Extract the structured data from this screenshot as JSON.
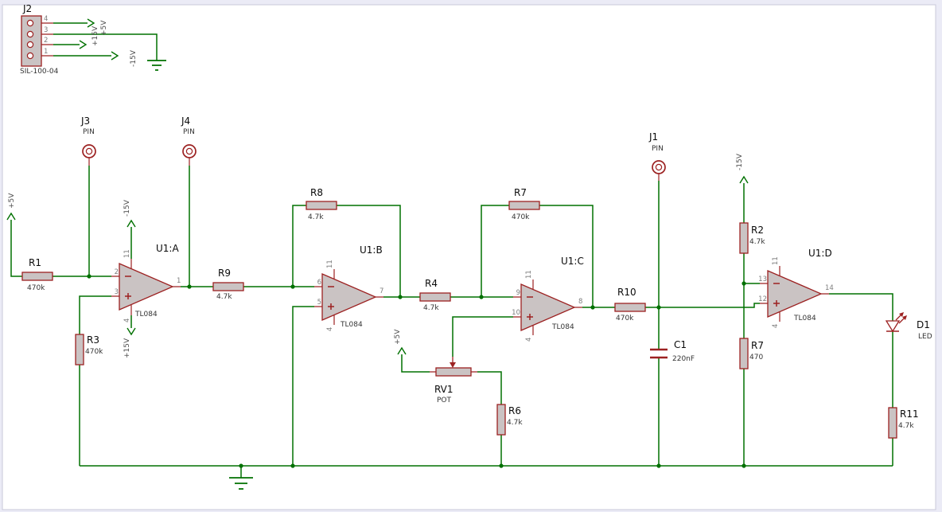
{
  "colors": {
    "wire": "#007000",
    "comp": "#9c2121",
    "fill": "#cac3c3",
    "ref": "#0a0a0a",
    "val": "#333333",
    "pin": "#7d7d7d",
    "pwr": "#4a4a4a"
  },
  "power": {
    "p5": "+5V",
    "p15": "+15V",
    "m15": "-15V"
  },
  "connectors": {
    "j2": {
      "ref": "J2",
      "part": "SIL-100-04",
      "pins": [
        "4",
        "3",
        "2",
        "1"
      ]
    },
    "j3": {
      "ref": "J3",
      "part": "PIN"
    },
    "j4": {
      "ref": "J4",
      "part": "PIN"
    },
    "j1": {
      "ref": "J1",
      "part": "PIN"
    }
  },
  "opamps": [
    {
      "ref": "U1:A",
      "part": "TL084",
      "pin_inv": "2",
      "pin_noninv": "3",
      "pin_out": "1",
      "pin_vp": "11",
      "pin_vm": "4"
    },
    {
      "ref": "U1:B",
      "part": "TL084",
      "pin_inv": "6",
      "pin_noninv": "5",
      "pin_out": "7",
      "pin_vp": "11",
      "pin_vm": "4"
    },
    {
      "ref": "U1:C",
      "part": "TL084",
      "pin_inv": "9",
      "pin_noninv": "10",
      "pin_out": "8",
      "pin_vp": "11",
      "pin_vm": "4"
    },
    {
      "ref": "U1:D",
      "part": "TL084",
      "pin_inv": "13",
      "pin_noninv": "12",
      "pin_out": "14",
      "pin_vp": "11",
      "pin_vm": "4"
    }
  ],
  "resistors": {
    "r1": {
      "ref": "R1",
      "value": "470k"
    },
    "r3": {
      "ref": "R3",
      "value": "470k"
    },
    "r9": {
      "ref": "R9",
      "value": "4.7k"
    },
    "r8": {
      "ref": "R8",
      "value": "4.7k"
    },
    "r4": {
      "ref": "R4",
      "value": "4.7k"
    },
    "r7a": {
      "ref": "R7",
      "value": "470k"
    },
    "r10": {
      "ref": "R10",
      "value": "470k"
    },
    "r2": {
      "ref": "R2",
      "value": "4.7k"
    },
    "r7b": {
      "ref": "R7",
      "value": "470"
    },
    "r6": {
      "ref": "R6",
      "value": "4.7k"
    },
    "r11": {
      "ref": "R11",
      "value": "4.7k"
    }
  },
  "pot": {
    "ref": "RV1",
    "value": "POT"
  },
  "capacitor": {
    "ref": "C1",
    "value": "220nF"
  },
  "diode": {
    "ref": "D1",
    "value": "LED"
  }
}
